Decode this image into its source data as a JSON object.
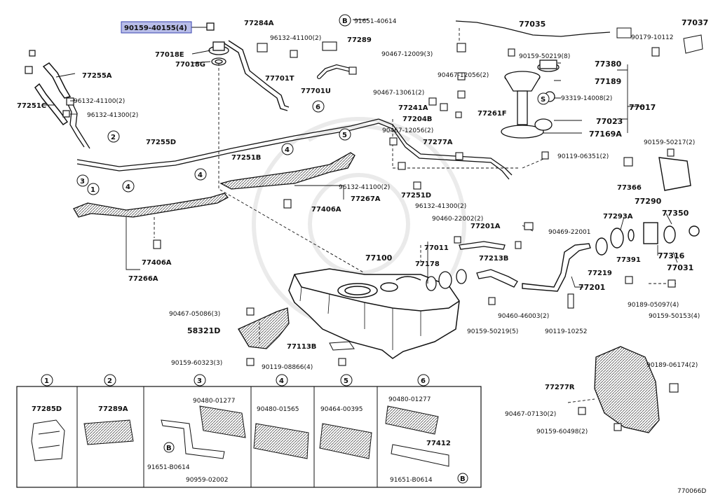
{
  "highlight_part": "90159-40155(4)",
  "labels": {
    "l1": "77284A",
    "l2": "91651-40614",
    "l3": "77035",
    "l4": "77037",
    "l5": "96132-41100(2)",
    "l6": "77289",
    "l7": "90179-10112",
    "l8": "77018E",
    "l9": "77018G",
    "l10": "90467-12009(3)",
    "l11": "90159-50219(8)",
    "l12": "77255A",
    "l13": "77701T",
    "l14": "77380",
    "l15": "90467-12056(2)",
    "l16": "77189",
    "l17": "96132-41100(2)",
    "l18": "77701U",
    "l19": "90467-13061(2)",
    "l20": "93319-14008(2)",
    "l21": "77251C",
    "l22": "96132-41300(2)",
    "l23": "77241A",
    "l24": "77017",
    "l25": "77204B",
    "l26": "77261F",
    "l27": "77023",
    "l28": "90467-12056(2)",
    "l29": "77169A",
    "l30": "77255D",
    "l31": "77277A",
    "l32": "90159-50217(2)",
    "l33": "77251B",
    "l34": "90119-06351(2)",
    "l35": "96132-41100(2)",
    "l36": "77251D",
    "l37": "77366",
    "l38": "77267A",
    "l39": "77350",
    "l40": "96132-41300(2)",
    "l41": "77406A",
    "l42": "77290",
    "l43": "90460-22002(2)",
    "l44": "77293A",
    "l45": "77201A",
    "l46": "90469-22001",
    "l47": "77011",
    "l48": "77100",
    "l49": "77178",
    "l50": "77213B",
    "l51": "77316",
    "l52": "77406A",
    "l53": "77391",
    "l54": "77031",
    "l55": "77266A",
    "l56": "77219",
    "l57": "77201",
    "l58": "90189-05097(4)",
    "l59": "90467-05086(3)",
    "l60": "90460-46003(2)",
    "l61": "90159-50153(4)",
    "l62": "58321D",
    "l63": "90159-50219(5)",
    "l64": "90119-10252",
    "l65": "77113B",
    "l66": "90159-60323(3)",
    "l67": "90119-08866(4)",
    "l68": "90189-06174(2)",
    "l69": "77277R",
    "l70": "90467-07130(2)",
    "l71": "90159-60498(2)",
    "diagram_code": "770066D"
  },
  "circles": {
    "c2": "2",
    "c3": "3",
    "c1": "1",
    "c4a": "4",
    "c4b": "4",
    "c4c": "4",
    "c6": "6",
    "c5": "5",
    "cB": "B",
    "cS": "S"
  },
  "legend": {
    "col1": {
      "num": "1",
      "parts": [
        "77285D"
      ]
    },
    "col2": {
      "num": "2",
      "parts": [
        "77289A"
      ]
    },
    "col3": {
      "num": "3",
      "parts": [
        "90480-01277",
        "B",
        "91651-B0614",
        "90959-02002"
      ]
    },
    "col4": {
      "num": "4",
      "parts": [
        "90480-01565"
      ]
    },
    "col5": {
      "num": "5",
      "parts": [
        "90464-00395"
      ]
    },
    "col6": {
      "num": "6",
      "parts": [
        "90480-01277",
        "77412",
        "91651-B0614",
        "B"
      ]
    }
  }
}
